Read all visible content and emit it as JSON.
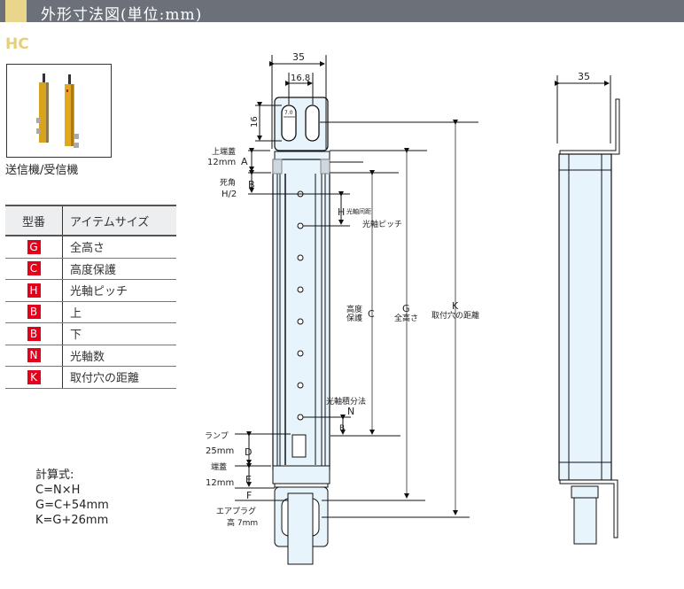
{
  "header": {
    "title": "外形寸法図(単位:mm)"
  },
  "model": "HC",
  "photo_caption": "送信機/受信機",
  "table": {
    "headers": [
      "型番",
      "アイテムサイズ"
    ],
    "rows": [
      {
        "code": "G",
        "label": "全高さ"
      },
      {
        "code": "C",
        "label": "高度保護"
      },
      {
        "code": "H",
        "label": "光軸ピッチ"
      },
      {
        "code": "B",
        "label": "上"
      },
      {
        "code": "B",
        "label": "下"
      },
      {
        "code": "N",
        "label": "光軸数"
      },
      {
        "code": "K",
        "label": "取付穴の距離"
      }
    ]
  },
  "formula": {
    "title": "計算式:",
    "lines": [
      "C=N×H",
      "G=C+54mm",
      "K=G+26mm"
    ]
  },
  "drawing": {
    "dim_width": "35",
    "dim_slot_pitch": "16.8",
    "dim_slot_width": "7.0",
    "dim_slot_height": "16",
    "top_cap": "上端蓋",
    "top_cap_mm": "12mm",
    "A": "A",
    "dead_zone": "死角",
    "dead_zone_val": "H/2",
    "B": "B",
    "H": "H",
    "H_label": "光軸间距",
    "pitch_label": "光軸ピッチ",
    "C_label1": "高度",
    "C_label2": "保護",
    "C": "C",
    "G": "G",
    "G_label": "全高さ",
    "K": "K",
    "K_label": "取付穴の距離",
    "N_label": "光軸積分法",
    "N": "N",
    "lamp": "ランプ",
    "lamp_mm": "25mm",
    "D": "D",
    "end_cap": "端蓋",
    "end_cap_mm": "12mm",
    "E": "E",
    "F": "F",
    "plug": "エアプラグ",
    "plug_mm": "高 7mm",
    "side_width": "35"
  },
  "colors": {
    "header": "#6b7079",
    "accent": "#e9d58c",
    "badge": "#e3001b",
    "body": "#e8f4fc"
  }
}
